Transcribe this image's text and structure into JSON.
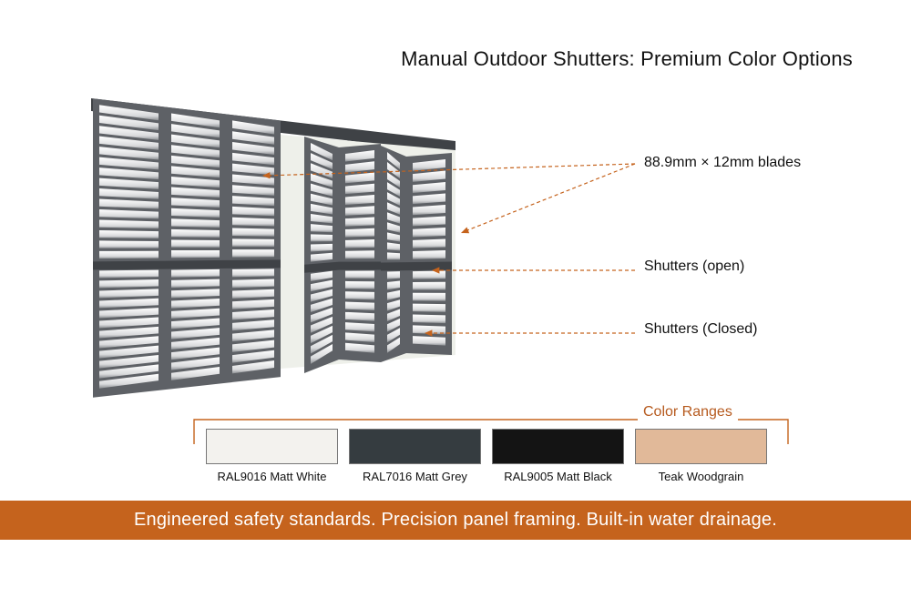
{
  "title": "Manual Outdoor Shutters: Premium Color Options",
  "callouts": {
    "blades": "88.9mm × 12mm blades",
    "open": "Shutters (open)",
    "closed": "Shutters (Closed)"
  },
  "color_ranges": {
    "title": "Color Ranges",
    "items": [
      {
        "label": "RAL9016 Matt White",
        "color": "#f3f2ee"
      },
      {
        "label": "RAL7016 Matt Grey",
        "color": "#353c40"
      },
      {
        "label": "RAL9005 Matt Black",
        "color": "#141414"
      },
      {
        "label": "Teak Woodgrain",
        "color": "#e1b999"
      }
    ]
  },
  "colors": {
    "accent": "#c5631d",
    "frame": "#5e6166",
    "frame_dark": "#3f4246"
  },
  "footer": "Engineered safety standards. Precision panel framing. Built-in water drainage."
}
